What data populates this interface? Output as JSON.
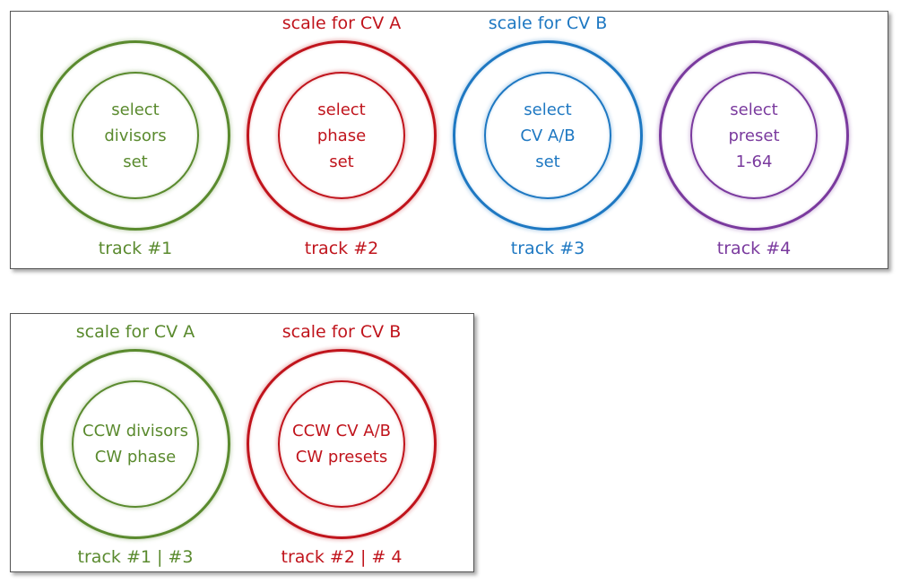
{
  "colors": {
    "green": "#5a8a2e",
    "red": "#c0141c",
    "blue": "#1e78c2",
    "purple": "#7a3a9e"
  },
  "top_panel": {
    "encoders": [
      {
        "label_top": "",
        "lines": [
          "select",
          "divisors",
          "set"
        ],
        "label_bottom": "track #1",
        "color": "#5a8a2e"
      },
      {
        "label_top": "scale for CV A",
        "lines": [
          "select",
          "phase",
          "set"
        ],
        "label_bottom": "track #2",
        "color": "#c0141c"
      },
      {
        "label_top": "scale for CV B",
        "lines": [
          "select",
          "CV A/B",
          "set"
        ],
        "label_bottom": "track #3",
        "color": "#1e78c2"
      },
      {
        "label_top": "",
        "lines": [
          "select",
          "preset",
          "1-64"
        ],
        "label_bottom": "track #4",
        "color": "#7a3a9e"
      }
    ]
  },
  "bottom_panel": {
    "encoders": [
      {
        "label_top": "scale for CV A",
        "lines": [
          "CCW divisors",
          "CW phase"
        ],
        "label_bottom": "track #1 | #3",
        "color": "#5a8a2e"
      },
      {
        "label_top": "scale for CV B",
        "lines": [
          "CCW CV A/B",
          "CW presets"
        ],
        "label_bottom": "track #2 | # 4",
        "color": "#c0141c"
      }
    ]
  }
}
